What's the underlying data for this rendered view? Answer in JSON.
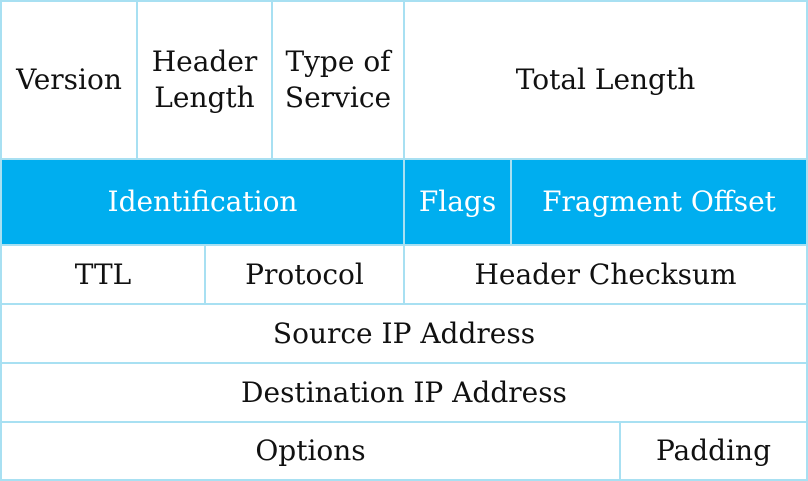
{
  "colors": {
    "highlight": "#00aeef",
    "border": "#a8e0f2",
    "text": "#111111",
    "highlight_text": "#ffffff"
  },
  "header": {
    "row1": {
      "version": "Version",
      "header_length": "Header Length",
      "type_of_service": "Type of Service",
      "total_length": "Total Length"
    },
    "row2": {
      "identification": "Identification",
      "flags": "Flags",
      "fragment_offset": "Fragment Offset"
    },
    "row3": {
      "ttl": "TTL",
      "protocol": "Protocol",
      "header_checksum": "Header Checksum"
    },
    "row4": {
      "source_ip": "Source IP Address"
    },
    "row5": {
      "destination_ip": "Destination IP Address"
    },
    "row6": {
      "options": "Options",
      "padding": "Padding"
    }
  }
}
